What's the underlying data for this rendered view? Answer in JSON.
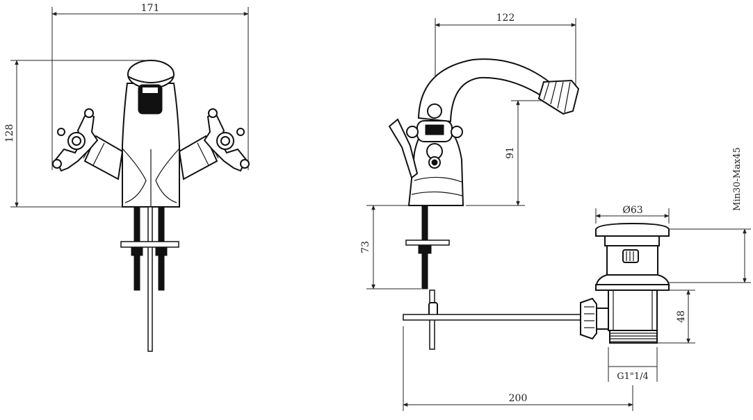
{
  "dimensions": {
    "front_width": "171",
    "front_height": "128",
    "side_reach": "122",
    "spout_height": "91",
    "shank_length": "73",
    "waste_diameter": "Ø63",
    "waste_range": "Min30-Max45",
    "waste_length": "48",
    "rod_length": "200",
    "thread": "G1\"1/4"
  }
}
